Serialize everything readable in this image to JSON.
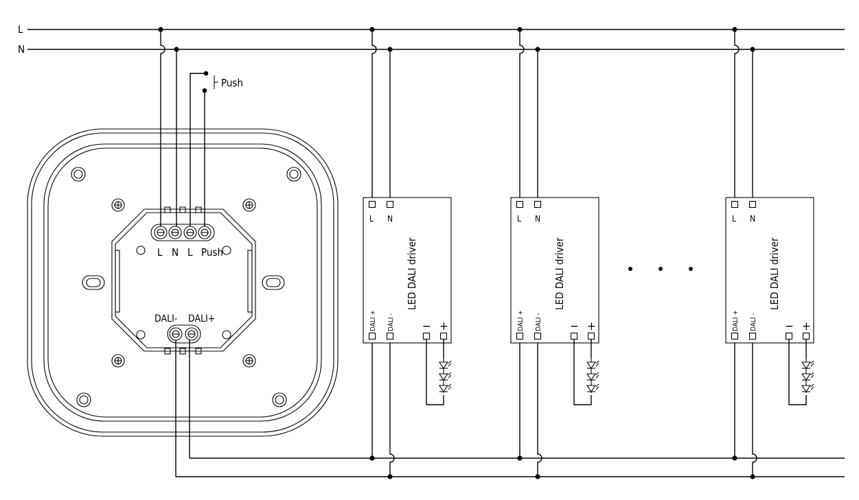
{
  "bus": {
    "line_label": "L",
    "neutral_label": "N"
  },
  "push": {
    "label": "Push"
  },
  "controller": {
    "terminals_top": [
      "L",
      "N",
      "L",
      "Push"
    ],
    "terminals_bottom": [
      "DALI-",
      "DALI+"
    ]
  },
  "drivers": [
    {
      "title": "LED DALI driver",
      "mains": [
        "L",
        "N"
      ],
      "dali": [
        "DALI +",
        "DALI -"
      ],
      "led": [
        "−",
        "+"
      ]
    },
    {
      "title": "LED DALI driver",
      "mains": [
        "L",
        "N"
      ],
      "dali": [
        "DALI +",
        "DALI -"
      ],
      "led": [
        "−",
        "+"
      ]
    },
    {
      "title": "LED DALI driver",
      "mains": [
        "L",
        "N"
      ],
      "dali": [
        "DALI +",
        "DALI -"
      ],
      "led": [
        "−",
        "+"
      ]
    }
  ],
  "ellipsis_icon": "ellipsis-dots-icon"
}
